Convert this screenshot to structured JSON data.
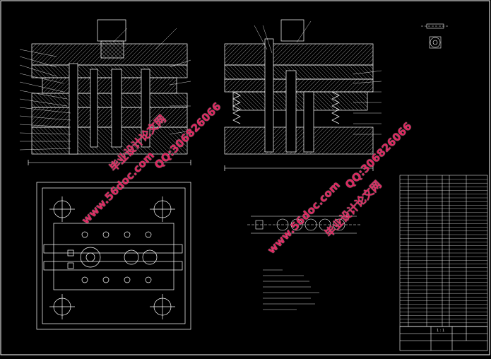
{
  "watermarks": {
    "site_cn": "毕业设计论文网",
    "url": "www.56doc.com",
    "qq": "QQ:306826066"
  },
  "title_block": {
    "sheet": "1 : 1"
  },
  "colors": {
    "background": "#000000",
    "line": "#ffffff",
    "watermark": "#e0245e",
    "label": "#f0f0f0"
  }
}
